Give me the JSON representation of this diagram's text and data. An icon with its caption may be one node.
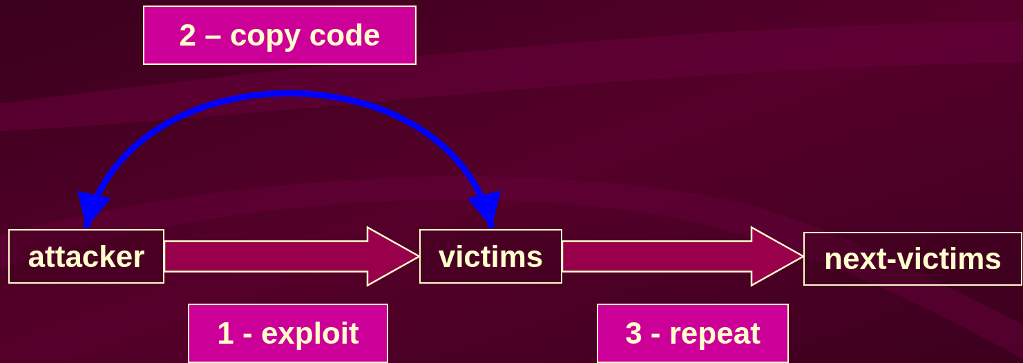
{
  "diagram": {
    "nodes": [
      {
        "text": [
          "2 – copy code"
        ]
      },
      {
        "text": [
          "attacker"
        ]
      },
      {
        "text": [
          "victims"
        ]
      },
      {
        "text": [
          "next-victims"
        ]
      },
      {
        "text": [
          "1 - exploit"
        ]
      },
      {
        "text": [
          "3 - repeat"
        ]
      }
    ],
    "edges": [
      {
        "from": 1,
        "to": 2,
        "arrow": "to",
        "style": "thick"
      },
      {
        "from": 2,
        "to": 3,
        "arrow": "to",
        "style": "thick"
      },
      {
        "from": 1,
        "to": 2,
        "arrow": "both",
        "color": "#0000ff"
      }
    ]
  }
}
